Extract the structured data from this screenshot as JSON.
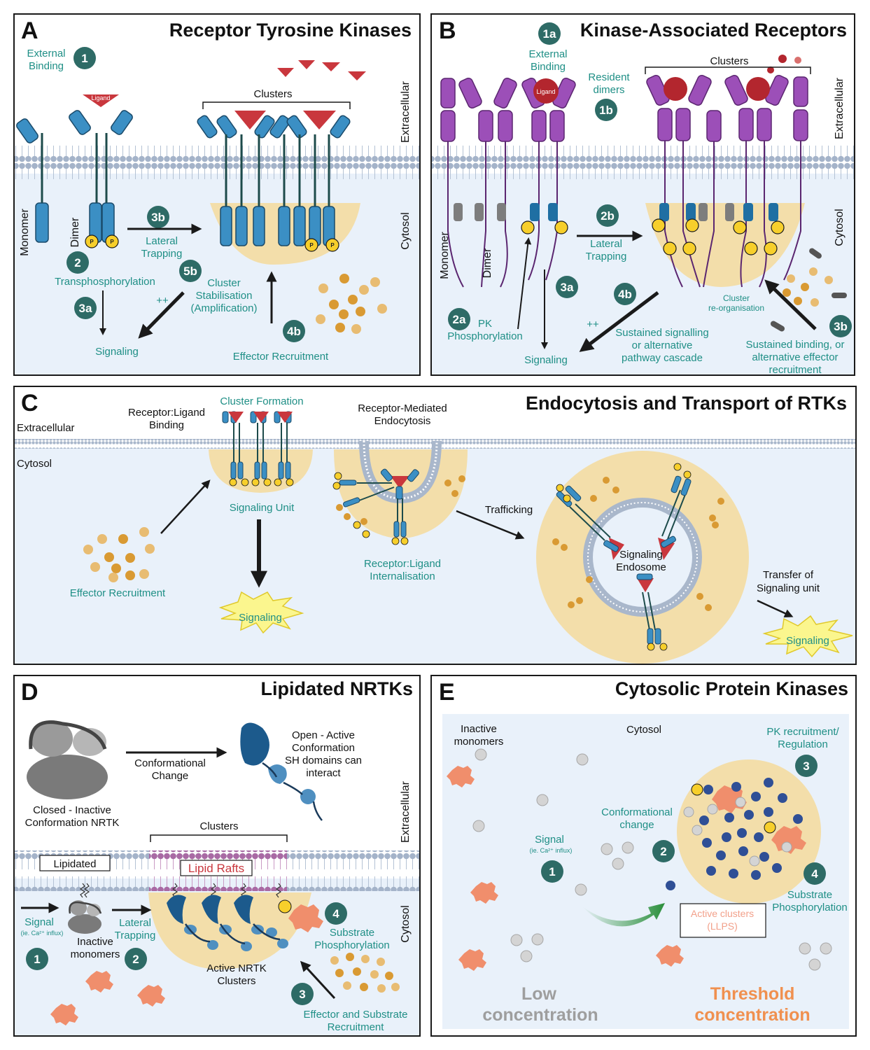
{
  "panel_a": {
    "letter": "A",
    "title": "Receptor Tyrosine Kinases",
    "external_binding": [
      "External",
      "Binding"
    ],
    "step1": "1",
    "ligand": "Ligand",
    "clusters": "Clusters",
    "extracellular": "Extracellular",
    "cytosol": "Cytosol",
    "monomer": "Monomer",
    "dimer": "Dimer",
    "step2": "2",
    "transphosphorylation": "Transphosphorylation",
    "step3a": "3a",
    "signaling": "Signaling",
    "step3b": "3b",
    "lateral_trapping": [
      "Lateral",
      "Trapping"
    ],
    "step5b": "5b",
    "plusplus": "++",
    "cluster_stabilisation": [
      "Cluster",
      "Stabilisation",
      "(Amplification)"
    ],
    "step4b": "4b",
    "effector_recruitment": "Effector Recruitment",
    "p": "P"
  },
  "panel_b": {
    "letter": "B",
    "title": "Kinase-Associated Receptors",
    "step1a": "1a",
    "external_binding": [
      "External",
      "Binding"
    ],
    "ligand": "Ligand",
    "resident_dimers": [
      "Resident",
      "dimers"
    ],
    "step1b": "1b",
    "clusters": "Clusters",
    "extracellular": "Extracellular",
    "cytosol": "Cytosol",
    "step2b": "2b",
    "lateral_trapping": [
      "Lateral",
      "Trapping"
    ],
    "monomer": "Monomer",
    "dimer": "Dimer",
    "step3a": "3a",
    "step4b": "4b",
    "cluster_reorganisation": [
      "Cluster",
      "re-organisation"
    ],
    "step2a": "2a",
    "pk_phosphorylation": [
      "PK",
      "Phosphorylation"
    ],
    "plusplus": "++",
    "sustained_signalling": [
      "Sustained signalling",
      "or alternative",
      "pathway cascade"
    ],
    "signaling": "Signaling",
    "step3b": "3b",
    "sustained_binding": [
      "Sustained binding, or",
      "alternative effector",
      "recruitment"
    ]
  },
  "panel_c": {
    "letter": "C",
    "title": "Endocytosis and Transport of RTKs",
    "extracellular": "Extracellular",
    "cytosol": "Cytosol",
    "receptor_ligand_binding": [
      "Receptor:Ligand",
      "Binding"
    ],
    "cluster_formation": "Cluster Formation",
    "receptor_mediated_endocytosis": [
      "Receptor-Mediated",
      "Endocytosis"
    ],
    "signaling_unit": "Signaling Unit",
    "receptor_ligand_internalisation": [
      "Receptor:Ligand",
      "Internalisation"
    ],
    "trafficking": "Trafficking",
    "signaling_endosome": [
      "Signaling",
      "Endosome"
    ],
    "effector_recruitment": "Effector Recruitment",
    "signaling": "Signaling",
    "transfer": [
      "Transfer of",
      "Signaling unit"
    ],
    "signaling2": "Signaling"
  },
  "panel_d": {
    "letter": "D",
    "title": "Lipidated NRTKs",
    "conformational_change": [
      "Conformational",
      "Change"
    ],
    "open_active": [
      "Open - Active",
      "Conformation",
      "SH domains can",
      "interact"
    ],
    "closed_inactive": [
      "Closed - Inactive",
      "Conformation NRTK"
    ],
    "clusters": "Clusters",
    "extracellular": "Extracellular",
    "cytosol": "Cytosol",
    "lipidated": "Lipidated",
    "lipid_rafts": "Lipid Rafts",
    "signal": "Signal",
    "signal_sub": "(ie. Ca²⁺ influx)",
    "inactive_monomers": [
      "Inactive",
      "monomers"
    ],
    "lateral_trapping": [
      "Lateral",
      "Trapping"
    ],
    "active_nrtk": [
      "Active NRTK",
      "Clusters"
    ],
    "substrate_phosphorylation": [
      "Substrate",
      "Phosphorylation"
    ],
    "effector_substrate": [
      "Effector and Substrate",
      "Recruitment"
    ],
    "step1": "1",
    "step2": "2",
    "step3": "3",
    "step4": "4"
  },
  "panel_e": {
    "letter": "E",
    "title": "Cytosolic Protein Kinases",
    "inactive_monomers": [
      "Inactive",
      "monomers"
    ],
    "cytosol": "Cytosol",
    "pk_recruitment": [
      "PK recruitment/",
      "Regulation"
    ],
    "step3": "3",
    "conformational_change": [
      "Conformational",
      "change"
    ],
    "step2": "2",
    "signal": "Signal",
    "signal_sub": "(ie. Ca²⁺ influx)",
    "step1": "1",
    "step4": "4",
    "substrate_phosphorylation": [
      "Substrate",
      "Phosphorylation"
    ],
    "active_clusters": [
      "Active clusters",
      "(LLPS)"
    ],
    "low": "Low",
    "low_concentration": "concentration",
    "threshold": "Threshold",
    "threshold_concentration": "concentration"
  },
  "colors": {
    "teal": "#1f8f86",
    "step_circle": "#2e6b66",
    "receptor_blue": "#3b8fc4",
    "receptor_purple": "#9c4fb8",
    "ligand_red": "#c9373d",
    "cytosol_bg": "#e9f1fa",
    "cluster_yellow": "#f3deaa",
    "effector_orange": "#d99a33",
    "kinase_salmon": "#f08e6c",
    "threshold_orange": "#f0904f"
  }
}
